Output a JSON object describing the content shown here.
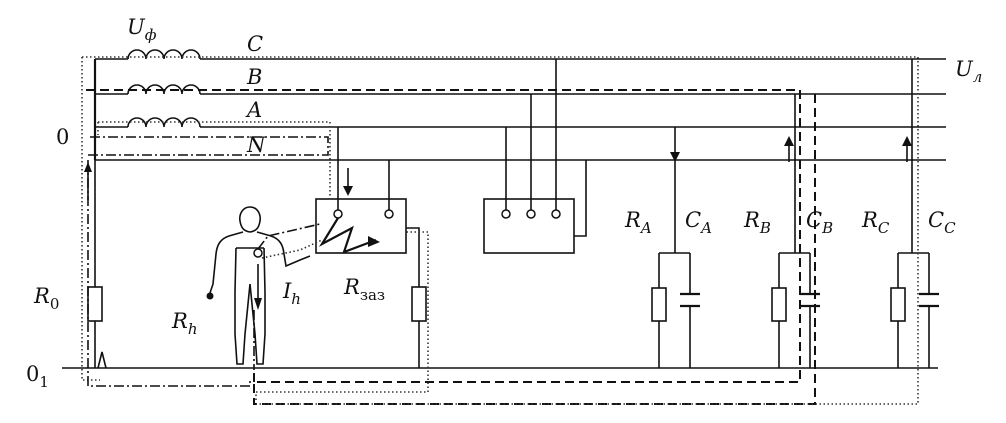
{
  "labels": {
    "u_phase": "U",
    "u_phase_sub": "ф",
    "u_line": "U",
    "u_line_sub": "л",
    "phase_c": "C",
    "phase_b": "B",
    "phase_a": "A",
    "neutral": "N",
    "zero": "0",
    "ground_main": "0",
    "ground_sub": "1",
    "r0": "R",
    "r0_sub": "0",
    "rh": "R",
    "rh_sub": "h",
    "ih": "I",
    "ih_sub": "h",
    "rzaz": "R",
    "rzaz_sub": "заз",
    "ra": "R",
    "ra_sub": "A",
    "ca": "C",
    "ca_sub": "A",
    "rb": "R",
    "rb_sub": "B",
    "cb": "C",
    "cb_sub": "B",
    "rc": "R",
    "rc_sub": "C",
    "cc": "C",
    "cc_sub": "C"
  }
}
